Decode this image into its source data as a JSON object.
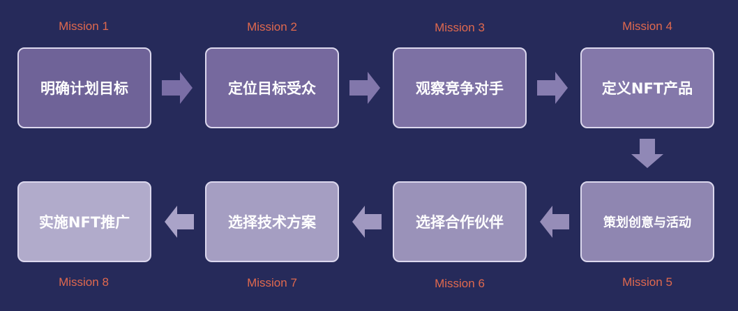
{
  "missions": [
    {
      "label": "Mission 1",
      "title": "明确计划目标",
      "color": "#6f6398"
    },
    {
      "label": "Mission 2",
      "title": "定位目标受众",
      "color": "#76699e"
    },
    {
      "label": "Mission 3",
      "title": "观察竞争对手",
      "color": "#7d71a4"
    },
    {
      "label": "Mission 4",
      "title": "定义NFT产品",
      "color": "#8478aa"
    },
    {
      "label": "Mission 5",
      "title": "策划创意与活动",
      "color": "#8f86b1"
    },
    {
      "label": "Mission 6",
      "title": "选择合作伙伴",
      "color": "#9a92b9"
    },
    {
      "label": "Mission 7",
      "title": "选择技术方案",
      "color": "#a59ec2"
    },
    {
      "label": "Mission 8",
      "title": "实施NFT推广",
      "color": "#b1abcb"
    }
  ],
  "colors": {
    "background": "#262a5a",
    "label": "#e0694e",
    "arrow": "#8a80b0"
  }
}
